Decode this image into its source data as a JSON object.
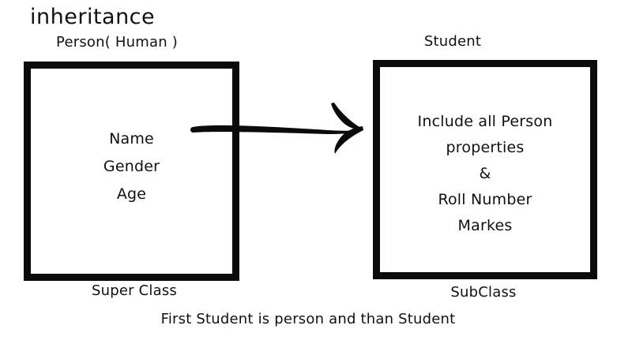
{
  "diagram": {
    "title": "inheritance",
    "caption": "First Student is person and than Student",
    "colors": {
      "background": "#ffffff",
      "ink": "#111111",
      "border": "#0b0b0b"
    }
  },
  "left_box": {
    "title": "Person( Human )",
    "footer": "Super Class",
    "lines": [
      "Name",
      "Gender",
      "Age"
    ]
  },
  "right_box": {
    "title": "Student",
    "footer": "SubClass",
    "lines": [
      "Include all Person",
      "properties",
      "&",
      "Roll Number",
      "Markes"
    ]
  },
  "arrow": {
    "icon": "arrow-right-icon",
    "direction": "left-to-right",
    "from": "Person( Human )",
    "to": "Student"
  }
}
